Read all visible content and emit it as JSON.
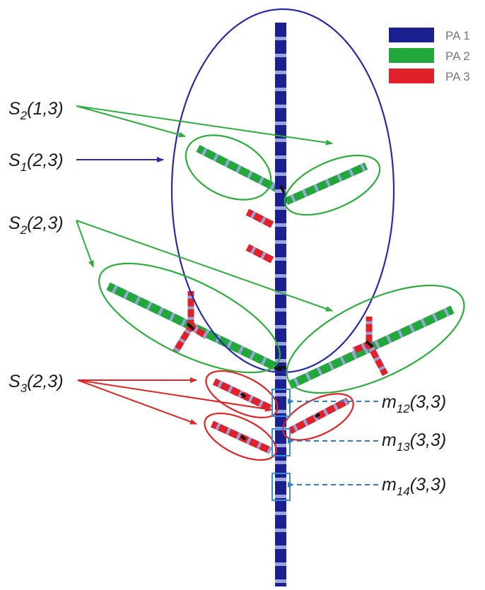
{
  "legend": [
    {
      "label": "PA 1",
      "color": "#1b1f8f"
    },
    {
      "label": "PA 2",
      "color": "#22a83a"
    },
    {
      "label": "PA 3",
      "color": "#e0202a"
    }
  ],
  "labels": {
    "s2_13": {
      "main": "S",
      "sub": "2",
      "args": "(1,3)"
    },
    "s1_23": {
      "main": "S",
      "sub": "1",
      "args": "(2,3)"
    },
    "s2_23": {
      "main": "S",
      "sub": "2",
      "args": "(2,3)"
    },
    "s3_23": {
      "main": "S",
      "sub": "3",
      "args": "(2,3)"
    },
    "m12": {
      "main": "m",
      "sub": "12",
      "args": "(3,3)"
    },
    "m13": {
      "main": "m",
      "sub": "13",
      "args": "(3,3)"
    },
    "m14": {
      "main": "m",
      "sub": "14",
      "args": "(3,3)"
    }
  },
  "colors": {
    "trunk": "#1b1f8f",
    "trunk_band": "#aab4e6",
    "pa2": "#22a83a",
    "pa3": "#e0202a",
    "band": "#9aa9e0",
    "blue_line": "#2a2aa8",
    "green_line": "#2cae3a",
    "red_line": "#e02323",
    "dash_line": "#2b7fd6",
    "box_line": "#3b8fd6",
    "node": "#111111"
  }
}
